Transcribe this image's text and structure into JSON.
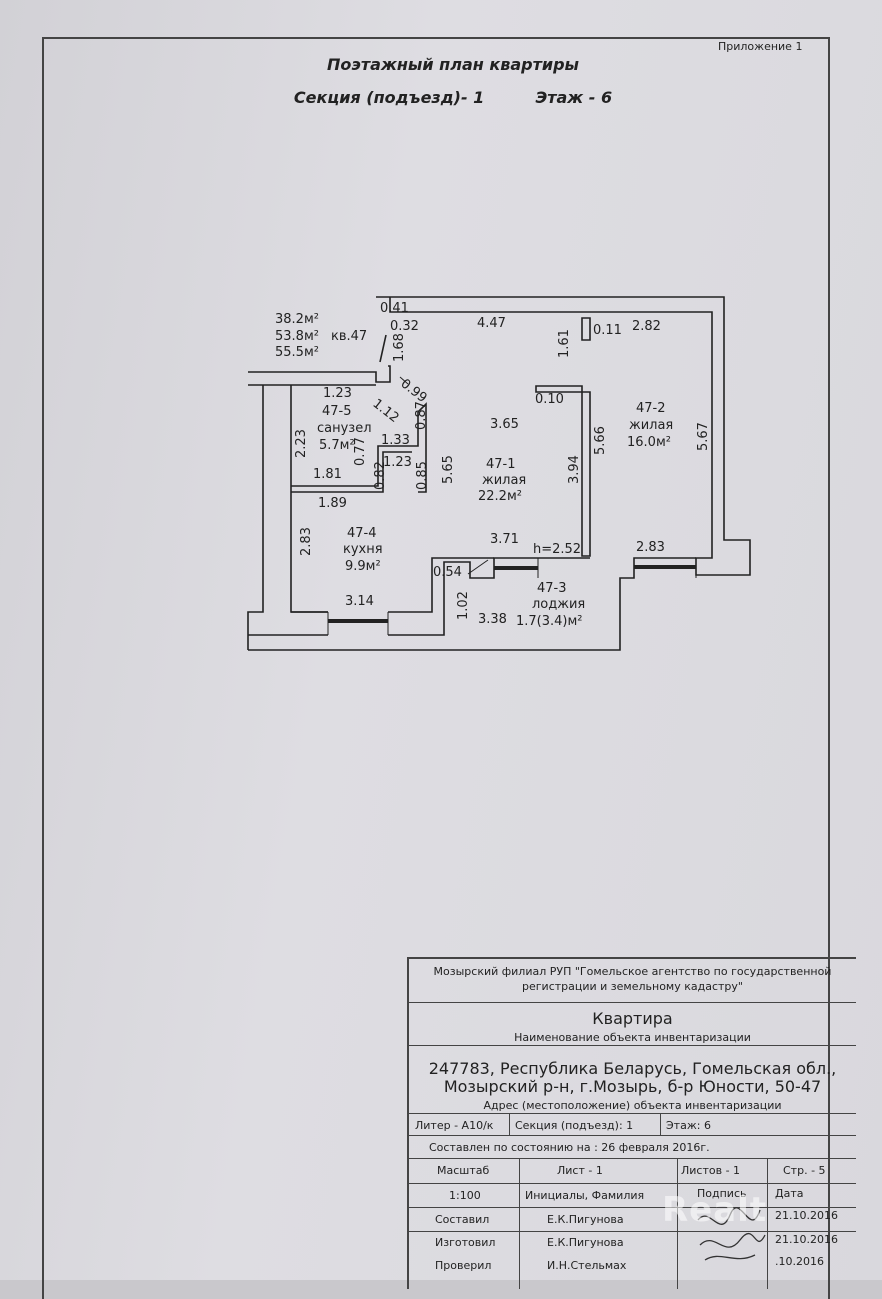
{
  "header": {
    "appendix": "Приложение 1",
    "title": "Поэтажный план квартиры",
    "section": "Секция (подъезд)- 1",
    "floor": "Этаж - 6"
  },
  "apartment_summary": {
    "area1": "38.2м²",
    "area2": "53.8м²",
    "area3": "55.5м²",
    "number": "кв.47"
  },
  "rooms": {
    "bathroom": {
      "id": "47-5",
      "name": "санузел",
      "area": "5.7м²"
    },
    "living1": {
      "id": "47-1",
      "name": "жилая",
      "area": "22.2м²"
    },
    "living2": {
      "id": "47-2",
      "name": "жилая",
      "area": "16.0м²"
    },
    "kitchen": {
      "id": "47-4",
      "name": "кухня",
      "area": "9.9м²"
    },
    "loggia": {
      "id": "47-3",
      "name": "лоджия",
      "area": "1.7(3.4)м²"
    }
  },
  "dimensions": {
    "d041": "0.41",
    "d032": "0.32",
    "d447": "4.47",
    "d161": "1.61",
    "d011": "0.11",
    "d282": "2.82",
    "d168": "1.68",
    "d123a": "1.23",
    "d099": "0.99",
    "d112": "1.12",
    "d010": "0.10",
    "d223": "2.23",
    "d133": "1.33",
    "d087": "0.87",
    "d365": "3.65",
    "d566": "5.66",
    "d567": "5.67",
    "d077": "0.77",
    "d082": "0.82",
    "d123b": "1.23",
    "d085": "0.85",
    "d565": "5.65",
    "d394": "3.94",
    "d181": "1.81",
    "d189": "1.89",
    "d283a": "2.83",
    "d371": "3.71",
    "height": "h=2.52",
    "d283b": "2.83",
    "d054": "0.54",
    "d314": "3.14",
    "d102": "1.02",
    "d338": "3.38"
  },
  "stamp": {
    "org": "Мозырский филиал РУП \"Гомельское агентство по государственной",
    "org2": "регистрации и земельному кадастру\"",
    "object": "Квартира",
    "object_caption": "Наименование объекта инвентаризации",
    "address1": "247783, Республика Беларусь, Гомельская обл.,",
    "address2": "Мозырский р-н, г.Мозырь, б-р Юности, 50-47",
    "address_caption": "Адрес (местоположение) объекта инвентаризации",
    "liter": "Литер - А10/к",
    "section": "Секция (подъезд): 1",
    "floor": "Этаж: 6",
    "state_date": "Составлен по состоянию на : 26 февраля 2016г.",
    "scale_label": "Масштаб",
    "sheet": "Лист - 1",
    "sheets": "Листов - 1",
    "page": "Стр. - 5",
    "scale": "1:100",
    "initials_header": "Инициалы, Фамилия",
    "signature_header": "Подпись",
    "date_header": "Дата",
    "rows": [
      {
        "role": "Составил",
        "name": "Е.К.Пигунова",
        "date": "21.10.2016"
      },
      {
        "role": "Изготовил",
        "name": "Е.К.Пигунова",
        "date": "21.10.2016"
      },
      {
        "role": "Проверил",
        "name": "И.Н.Стельмах",
        "date": ".10.2016"
      }
    ]
  },
  "watermark": "Realt"
}
